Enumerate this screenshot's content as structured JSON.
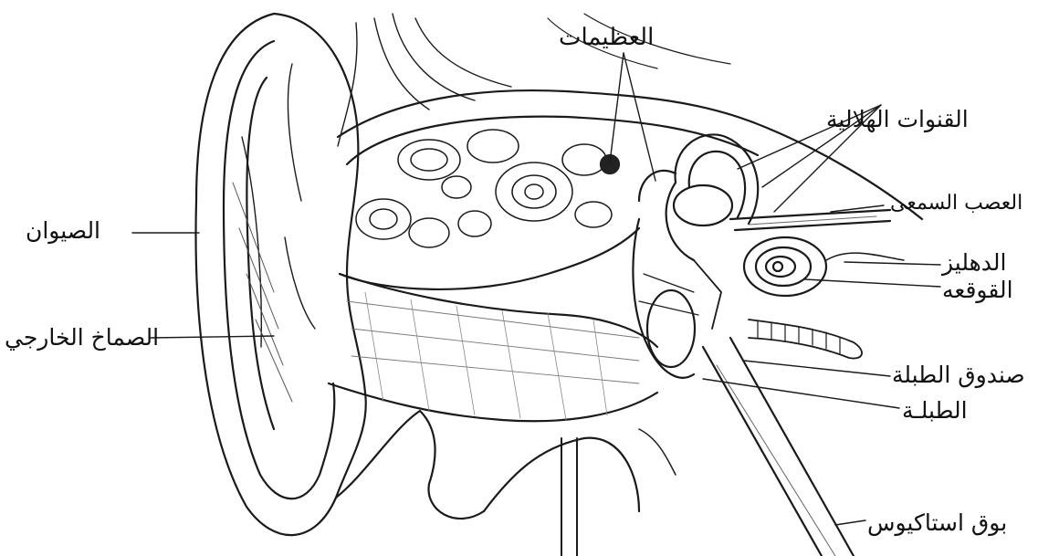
{
  "labels": {
    "ossicles": "العظيمات",
    "semicircular_canals": "القنوات الهلالية",
    "auditory_nerve": "العصب السمعى",
    "vestibule": "الدهليز",
    "cochlea": "القوقعه",
    "tympanic_cavity": "صندوق الطبلة",
    "eardrum": "الطبلـة",
    "eustachian_tube": "بوق استاكيوس",
    "auricle": "الصيوان",
    "external_canal": "الصماخ الخارجي"
  },
  "colors": {
    "ink": "#111111",
    "paper": "#ffffff"
  }
}
